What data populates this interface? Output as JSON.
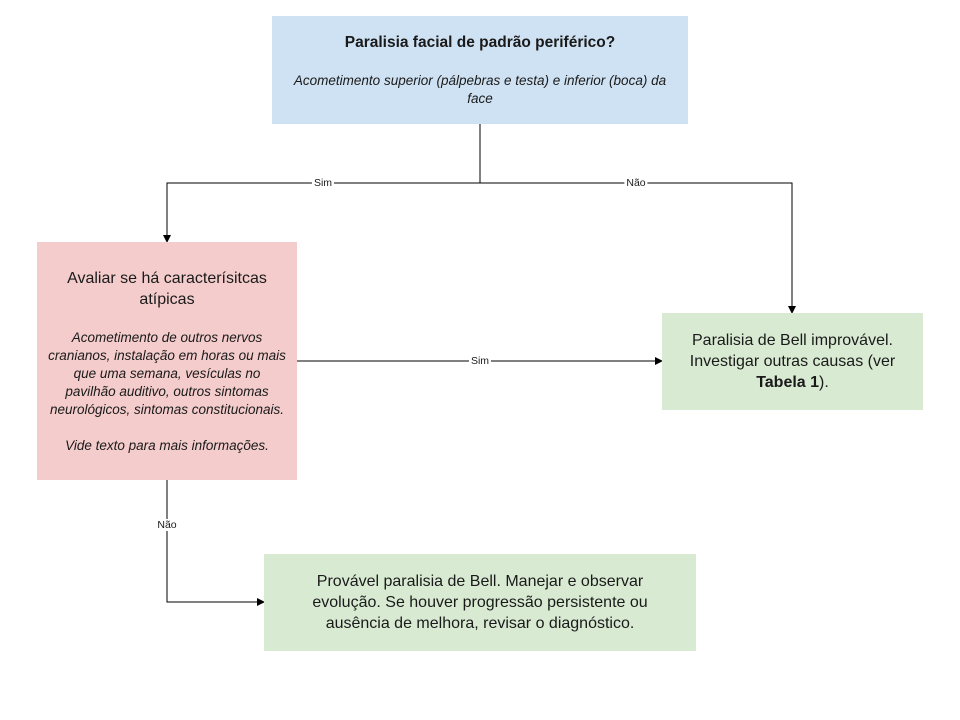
{
  "question_box": {
    "title": "Paralisia facial de padrão periférico?",
    "description": "Acometimento superior (pálpebras e testa) e inferior (boca) da face"
  },
  "atypical_box": {
    "title": "Avaliar se há caracterísitcas atípicas",
    "description": "Acometimento de outros nervos cranianos, instalação em horas ou mais que uma semana, vesículas no pavilhão auditivo, outros sintomas neurológicos, sintomas constitucionais.",
    "note": "Vide texto para mais informações."
  },
  "unlikely_box": {
    "text_before": "Paralisia de Bell improvável. Investigar outras causas (ver ",
    "text_bold": "Tabela 1",
    "text_after": ")."
  },
  "probable_box": {
    "text": "Provável paralisia de Bell. Manejar e observar evolução. Se houver progressão persistente ou ausência de melhora, revisar o diagnóstico."
  },
  "edge_labels": {
    "top_left": "Sim",
    "top_right": "Não",
    "middle": "Sim",
    "bottom": "Não"
  },
  "colors": {
    "blue_box": "#cfe2f3",
    "red_box": "#f4cccc",
    "green_box": "#d9ead3",
    "line": "#000000"
  }
}
